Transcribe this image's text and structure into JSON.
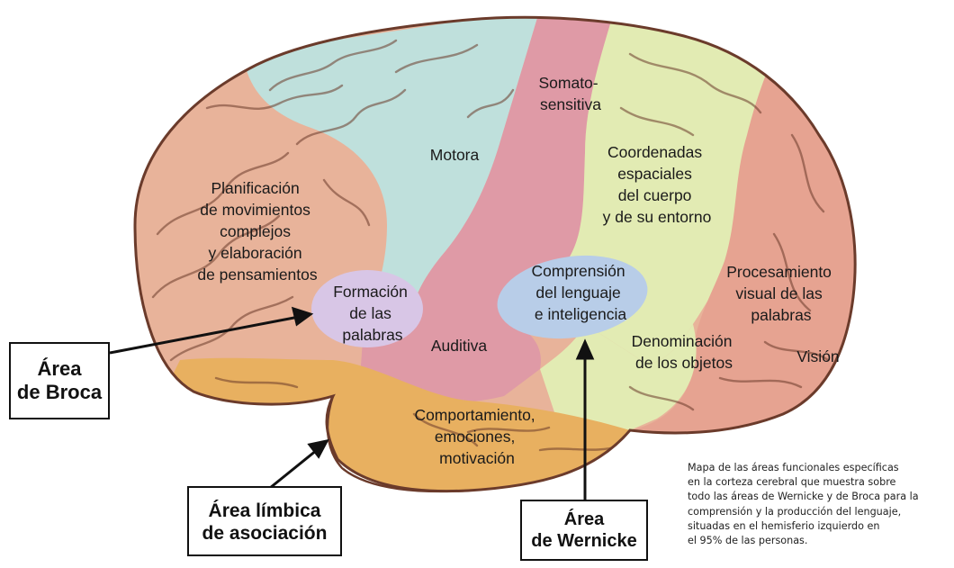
{
  "colors": {
    "frontal": "#e8b39a",
    "motor": "#bfe0dc",
    "somatosensory": "#df9aa6",
    "parietal": "#e2ebb3",
    "occipital": "#e6a391",
    "temporal_orange": "#e8b060",
    "broca": "#d8c6e6",
    "wernicke": "#b8cde8",
    "outline": "#6b3b2b"
  },
  "regions": {
    "somatosensitiva": [
      "Somato-",
      "sensitiva"
    ],
    "motora": [
      "Motora"
    ],
    "coordenadas": [
      "Coordenadas",
      "espaciales",
      "del cuerpo",
      "y de su entorno"
    ],
    "planificacion": [
      "Planificación",
      "de movimientos",
      "complejos",
      "y elaboración",
      "de pensamientos"
    ],
    "formacion": [
      "Formación",
      "de las",
      "palabras"
    ],
    "comprension": [
      "Comprensión",
      "del lenguaje",
      "e inteligencia"
    ],
    "procesamiento": [
      "Procesamiento",
      "visual de las",
      "palabras"
    ],
    "auditiva": [
      "Auditiva"
    ],
    "denominacion": [
      "Denominación",
      "de los objetos"
    ],
    "vision": [
      "Visión"
    ],
    "comportamiento": [
      "Comportamiento,",
      "emociones,",
      "motivación"
    ]
  },
  "callouts": {
    "broca": [
      "Área",
      "de Broca"
    ],
    "limbica": [
      "Área límbica",
      "de asociación"
    ],
    "wernicke": [
      "Área",
      "de Wernicke"
    ]
  },
  "caption": [
    "Mapa de las áreas funcionales específicas",
    "en la corteza cerebral que muestra sobre",
    "todo las áreas de Wernicke y de Broca para la",
    "comprensión y la producción del lenguaje,",
    "situadas en el hemisferio  izquierdo en",
    "el 95% de las personas."
  ]
}
